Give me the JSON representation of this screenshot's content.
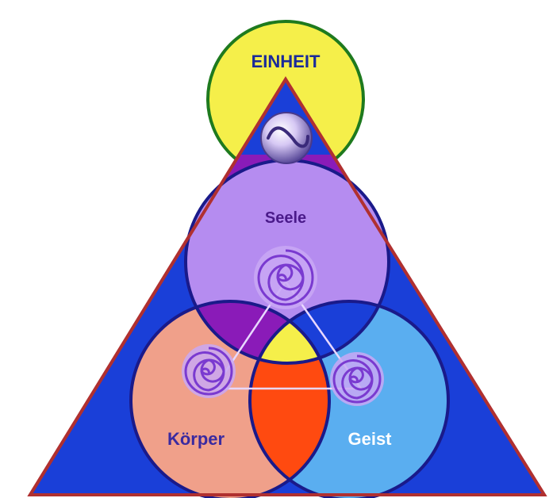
{
  "labels": {
    "top": "EINHEIT",
    "soul": "Seele",
    "body": "Körper",
    "spirit": "Geist"
  },
  "colors": {
    "top_circle_fill": "#f5ef4a",
    "top_circle_stroke": "#1e7a1e",
    "triangle_fill": "#1a3fd8",
    "triangle_stroke": "#b03030",
    "soul_fill": "#b58cf0",
    "body_fill": "#f0a08a",
    "spirit_fill": "#5aaef0",
    "soul_body_overlap": "#8a1bb8",
    "soul_spirit_overlap": "#1a3fd8",
    "body_spirit_overlap": "#ff4a10",
    "center_overlap": "#f5ef4a",
    "circle_outline": "#1a1a8a",
    "top_label_color": "#1a2a9a",
    "soul_label_color": "#4a1a8a",
    "body_label_color": "#3a2aa0",
    "spirit_label_color": "#ffffff",
    "spiral_color": "#7a3ad0",
    "inner_triangle_stroke": "#e8d8ff"
  },
  "icons": {
    "orb": "yin-yang-orb-icon",
    "spiral": "labyrinth-spiral-icon"
  }
}
